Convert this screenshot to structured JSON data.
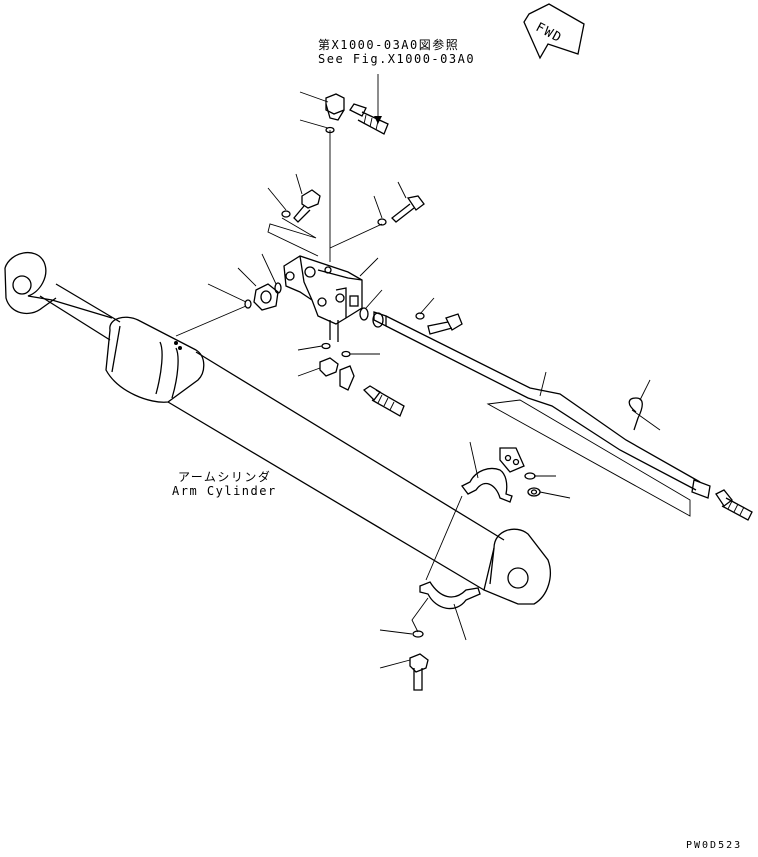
{
  "ref_note": {
    "jp": "第X1000-03A0図参照",
    "en": "See Fig.X1000-03A0"
  },
  "fwd_label": "FWD",
  "cylinder_label": {
    "jp": "アームシリンダ",
    "en": "Arm Cylinder"
  },
  "drawing_code": "PW0D523"
}
